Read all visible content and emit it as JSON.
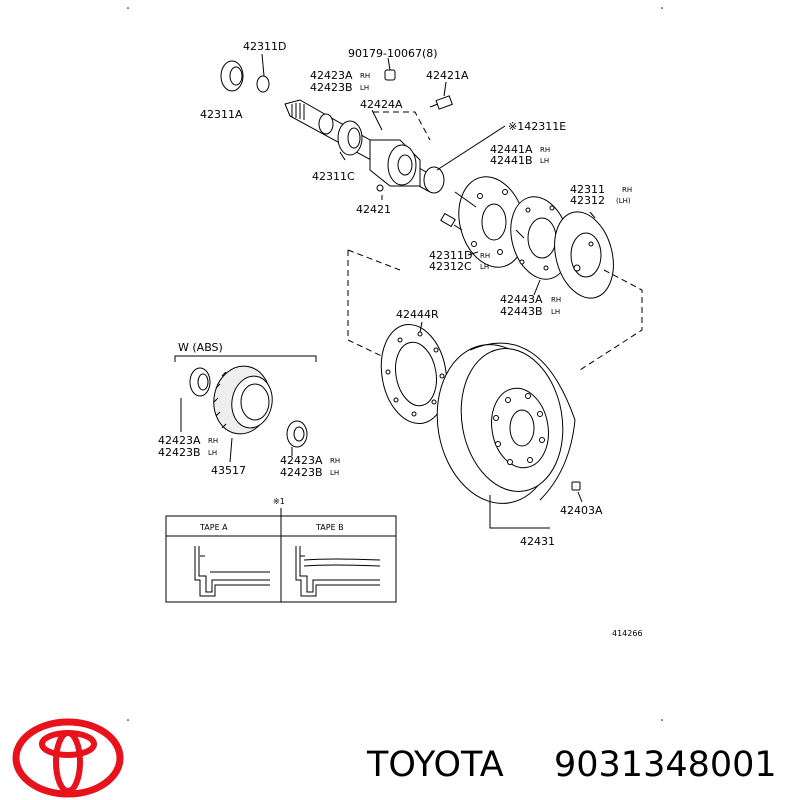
{
  "labels": {
    "l42311D": "42311D",
    "l90179": "90179-10067(8)",
    "l42423A": "42423A",
    "l42423A_side": "RH",
    "l42423B": "42423B",
    "l42423B_side": "LH",
    "l42421A": "42421A",
    "l42311A": "42311A",
    "l42424A": "42424A",
    "l42311E": "※142311E",
    "l42441A": "42441A",
    "l42441A_side": "RH",
    "l42441B": "42441B",
    "l42441B_side": "LH",
    "l42311C": "42311C",
    "l42311": "42311",
    "l42311_side": "RH",
    "l42312": "42312",
    "l42312_side": "(LH)",
    "l42421": "42421",
    "l42311D2": "42311D",
    "l42311D2_side": "RH",
    "l42312C": "42312C",
    "l42312C_side": "LH",
    "l42443A": "42443A",
    "l42443A_side": "RH",
    "l42443B": "42443B",
    "l42443B_side": "LH",
    "l42444R": "42444R",
    "abs_title": "W (ABS)",
    "abs42423A": "42423A",
    "abs42423A_side": "RH",
    "abs42423B": "42423B",
    "abs42423B_side": "LH",
    "abs43517": "43517",
    "abs42423A2": "42423A",
    "abs42423A2_side": "RH",
    "abs42423B2": "42423B",
    "abs42423B2_side": "LH",
    "l42403A": "42403A",
    "l42431": "42431",
    "note1": "※1",
    "tape_a": "TAPE  A",
    "tape_b": "TAPE  B",
    "diagram_id": "414266"
  },
  "brand": {
    "name": "TOYOTA",
    "part_number": "9031348001",
    "logo_color": "#e8111c"
  }
}
